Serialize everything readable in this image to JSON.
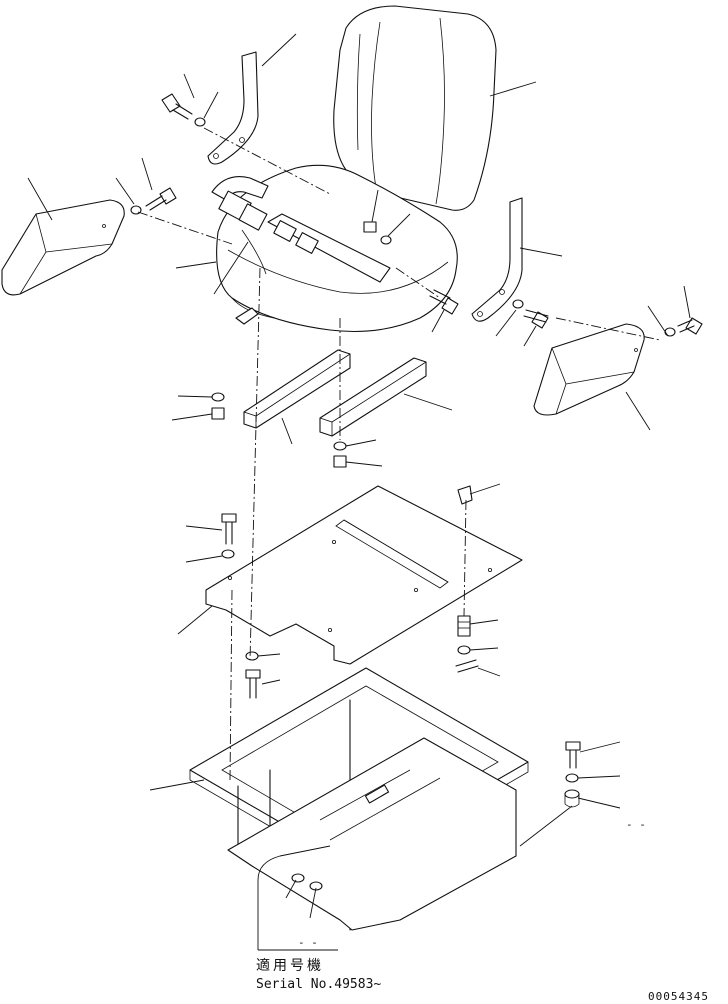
{
  "serial_note": {
    "line1": "適用号機",
    "line2": "Serial No.49583~"
  },
  "doc_code": "00054345",
  "dash_marks": [
    "- -",
    "- -"
  ]
}
